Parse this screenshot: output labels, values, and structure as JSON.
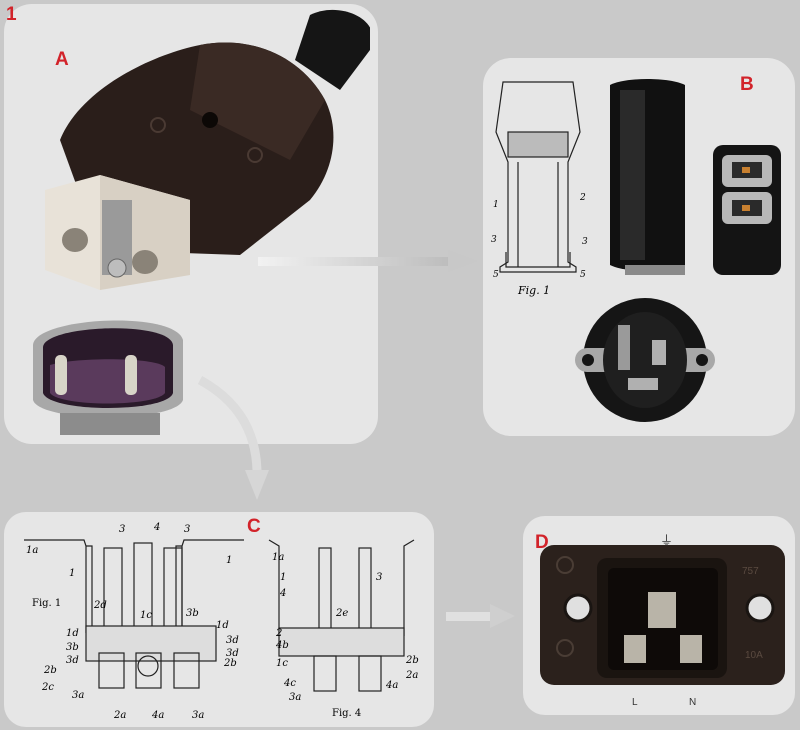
{
  "figure_number": "1",
  "panel_labels": {
    "a": "A",
    "b": "B",
    "c": "C",
    "d": "D"
  },
  "patent_b": {
    "fig": "Fig. 1",
    "parts": [
      "1",
      "2",
      "3",
      "3",
      "5",
      "5"
    ]
  },
  "patent_c": {
    "fig1": "Fig. 1",
    "fig4": "Fig. 4",
    "left_labels": [
      "3",
      "4",
      "3",
      "1",
      "1a",
      "1",
      "2d",
      "1d",
      "3b",
      "3d",
      "1c",
      "3b",
      "1d",
      "3d",
      "2b",
      "2b",
      "2c",
      "3a",
      "2a",
      "4a",
      "3a",
      "3d"
    ],
    "right_labels": [
      "1a",
      "1",
      "4",
      "3",
      "2",
      "4b",
      "2e",
      "1c",
      "4c",
      "3a",
      "2b",
      "4a",
      "2a"
    ]
  },
  "socket_d": {
    "ground": "⏚",
    "l": "L",
    "n": "N",
    "marks": [
      "757",
      "10A"
    ]
  }
}
